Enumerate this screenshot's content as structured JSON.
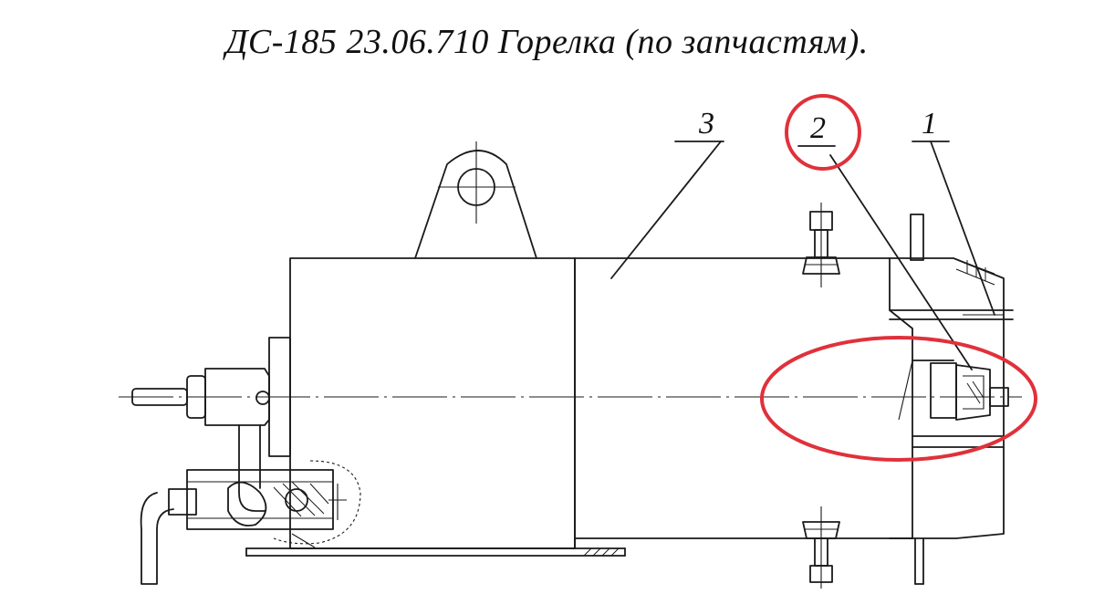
{
  "title": "ДС-185 23.06.710 Горелка (по запчастям).",
  "callouts": [
    {
      "id": "3",
      "text": "3"
    },
    {
      "id": "2",
      "text": "2"
    },
    {
      "id": "1",
      "text": "1"
    }
  ],
  "highlight_color": "#e0313b",
  "line_color": "#1a1a1a"
}
